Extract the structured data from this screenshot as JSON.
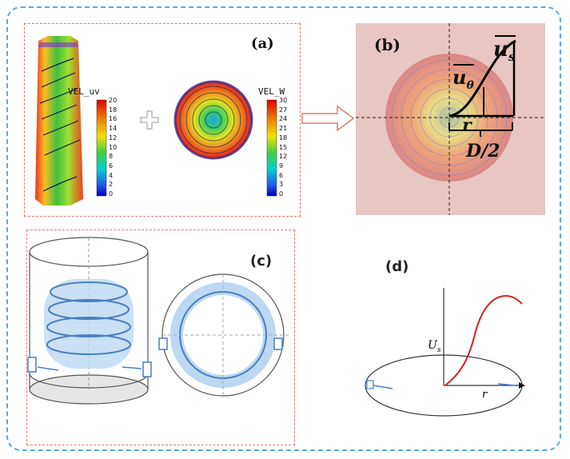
{
  "panels": {
    "a": {
      "label": "(a)",
      "legend_uv": {
        "title": "VEL_uv",
        "ticks": [
          "20",
          "18",
          "16",
          "14",
          "12",
          "10",
          "8",
          "6",
          "4",
          "2",
          "0"
        ]
      },
      "legend_w": {
        "title": "VEL_W",
        "ticks": [
          "30",
          "27",
          "24",
          "21",
          "18",
          "15",
          "12",
          "9",
          "6",
          "3",
          "0"
        ]
      }
    },
    "b": {
      "label": "(b)",
      "u_s": "u",
      "u_s_sub": "s",
      "u_theta": "u",
      "u_theta_sub": "θ",
      "r": "r",
      "diameter": "D/2"
    },
    "c": {
      "label": "(c)"
    },
    "d": {
      "label": "(d)",
      "y_axis": "U",
      "y_axis_sub": "s",
      "x_axis": "r"
    }
  },
  "colors": {
    "frame": "#5aa9e6",
    "subframe": "#e07b6a",
    "panel_b_bg": "#e8c6c3",
    "curve": "#d42020",
    "swirl": "#4a7fc1"
  }
}
